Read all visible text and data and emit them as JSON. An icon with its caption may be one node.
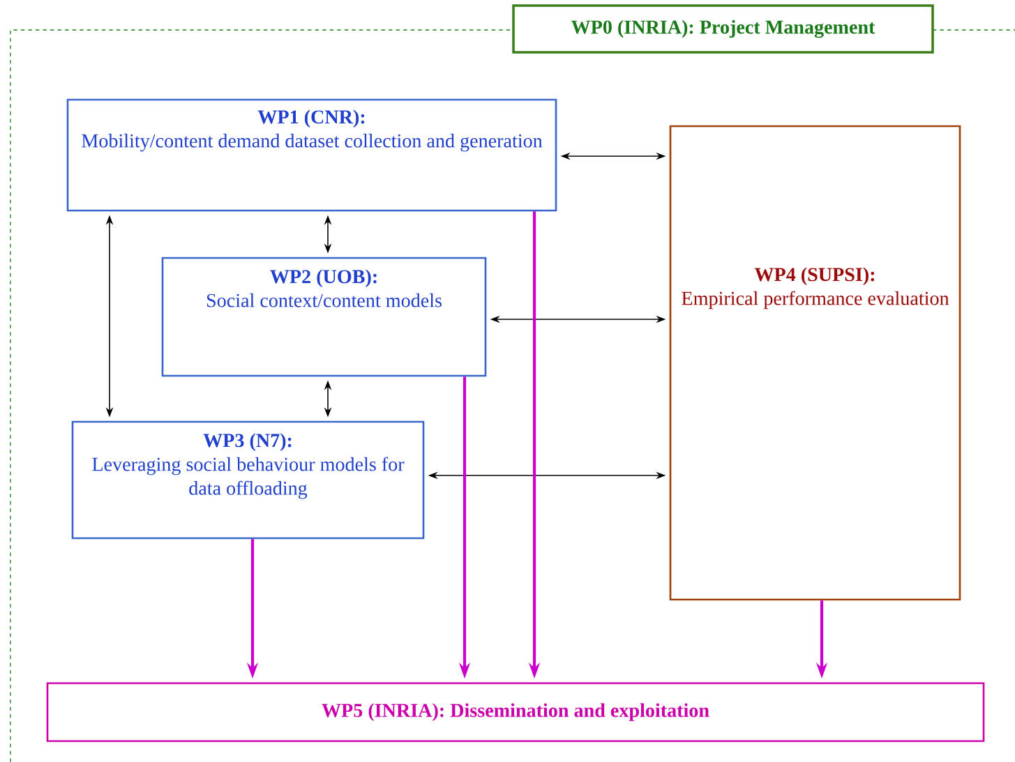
{
  "diagram": {
    "nodes": [
      {
        "text": [
          "WP0 (INRIA): Project Management"
        ]
      },
      {
        "text": [
          "WP1 (CNR):",
          "Mobility/content demand dataset collection and generation"
        ]
      },
      {
        "text": [
          "WP2 (UOB):",
          "Social context/content models"
        ]
      },
      {
        "text": [
          "WP3 (N7):",
          "Leveraging social behaviour models for data offloading"
        ]
      },
      {
        "text": [
          "WP4 (SUPSI):",
          "Empirical performance evaluation"
        ]
      },
      {
        "text": [
          "WP5 (INRIA): Dissemination and exploitation"
        ]
      }
    ],
    "edges": [
      {
        "from": 1,
        "to": 4,
        "arrow": "both"
      },
      {
        "from": 1,
        "to": 2,
        "arrow": "both"
      },
      {
        "from": 1,
        "to": 3,
        "arrow": "both"
      },
      {
        "from": 2,
        "to": 4,
        "arrow": "both"
      },
      {
        "from": 2,
        "to": 3,
        "arrow": "both"
      },
      {
        "from": 3,
        "to": 4,
        "arrow": "both"
      },
      {
        "from": 3,
        "to": 5,
        "arrow": "to",
        "style": "thick",
        "color": "#cc00cc"
      },
      {
        "from": 2,
        "to": 5,
        "arrow": "to",
        "style": "thick",
        "color": "#cc00cc"
      },
      {
        "from": 1,
        "to": 5,
        "arrow": "to",
        "style": "thick",
        "color": "#cc00cc"
      },
      {
        "from": 4,
        "to": 5,
        "arrow": "to",
        "style": "thick",
        "color": "#cc00cc"
      }
    ]
  }
}
